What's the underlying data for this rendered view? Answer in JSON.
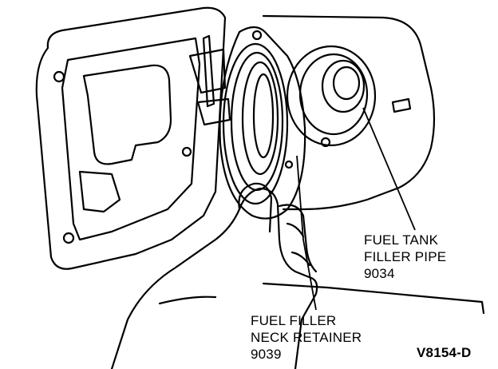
{
  "callouts": {
    "fuel_tank_filler_pipe": {
      "line1": "FUEL TANK",
      "line2": "FILLER PIPE",
      "part_number": "9034"
    },
    "fuel_filler_neck_retainer": {
      "line1": "FUEL FILLER",
      "line2": "NECK RETAINER",
      "part_number": "9039"
    }
  },
  "figure_id": "V8154-D"
}
